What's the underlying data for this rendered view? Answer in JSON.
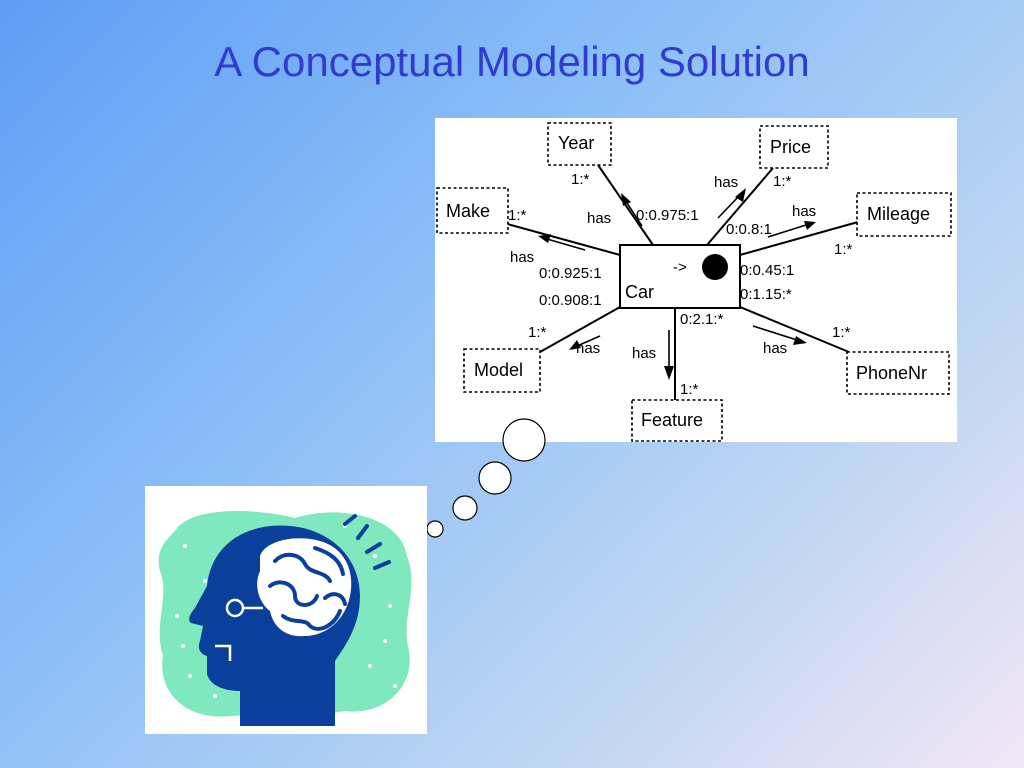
{
  "slide": {
    "title": "A Conceptual Modeling Solution"
  },
  "diagram": {
    "central_entity": "Car",
    "central_arrow": "->",
    "entities": {
      "year": "Year",
      "price": "Price",
      "make": "Make",
      "mileage": "Mileage",
      "model": "Model",
      "feature": "Feature",
      "phonenr": "PhoneNr"
    },
    "relationship_label": "has",
    "cardinalities": {
      "year_far": "1:*",
      "year_near": "0:0.975:1",
      "price_far": "1:*",
      "price_near": "0:0.8:1",
      "make_far": "1:*",
      "make_near": "0:0.925:1",
      "mileage_far": "1:*",
      "mileage_near": "0:0.45:1",
      "model_far": "1:*",
      "model_near": "0:0.908:1",
      "feature_far": "1:*",
      "feature_near": "0:2.1:*",
      "phonenr_far": "1:*",
      "phonenr_near": "0:1.15:*"
    }
  },
  "clipart": {
    "icon": "thinking-head-icon",
    "colors": {
      "head": "#0b3f9c",
      "background_blob": "#7fe8bf"
    }
  }
}
